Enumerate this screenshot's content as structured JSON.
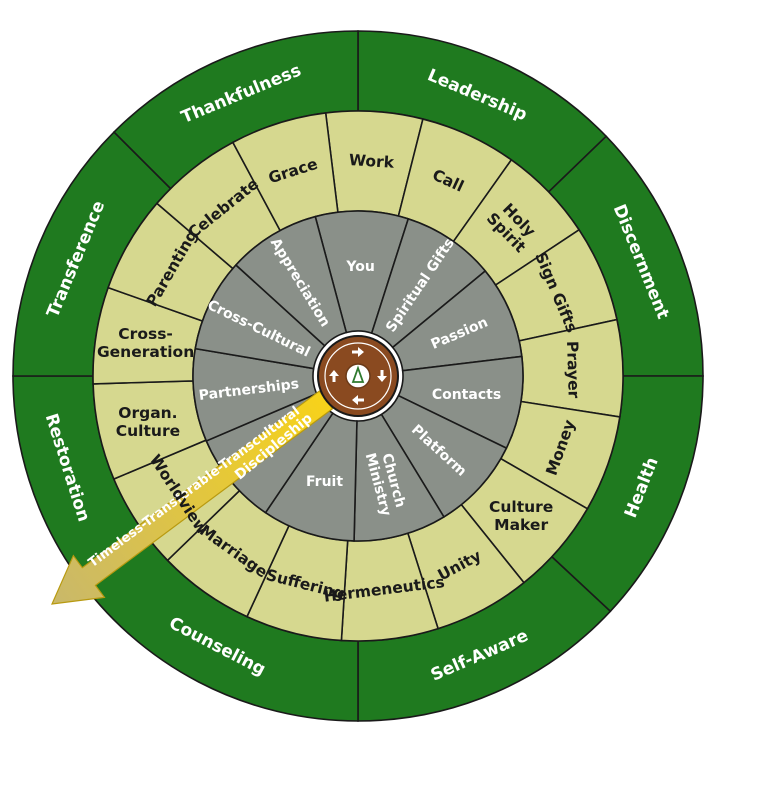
{
  "colors": {
    "outer_ring": "#1f7a1f",
    "middle_ring": "#d6d88f",
    "inner_ring": "#8a9089",
    "hub": "#8a4a20",
    "hub_center": "#ffffff",
    "arrow_fill": "#f2c21a",
    "separator": "#1a1a1a"
  },
  "outer_ring": {
    "segments": [
      {
        "label": "Leadership"
      },
      {
        "label": "Discernment"
      },
      {
        "label": "Health"
      },
      {
        "label": "Self-Aware"
      },
      {
        "label": "Counseling"
      },
      {
        "label": "Restoration"
      },
      {
        "label": "Transference"
      },
      {
        "label": "Thankfulness"
      }
    ]
  },
  "middle_ring": {
    "segments": [
      {
        "lines": [
          "Work"
        ]
      },
      {
        "lines": [
          "Call"
        ]
      },
      {
        "lines": [
          "Holy",
          "Spirit"
        ]
      },
      {
        "lines": [
          "Sign Gifts"
        ]
      },
      {
        "lines": [
          "Prayer"
        ]
      },
      {
        "lines": [
          "Money"
        ]
      },
      {
        "lines": [
          "Culture",
          "Maker"
        ]
      },
      {
        "lines": [
          "Unity"
        ]
      },
      {
        "lines": [
          "Hermeneutics"
        ]
      },
      {
        "lines": [
          "Suffering"
        ]
      },
      {
        "lines": [
          "Marriage"
        ]
      },
      {
        "lines": [
          "Worldview"
        ]
      },
      {
        "lines": [
          "Organ.",
          "Culture"
        ]
      },
      {
        "lines": [
          "Cross-",
          "Generation"
        ]
      },
      {
        "lines": [
          "Parenting"
        ]
      },
      {
        "lines": [
          "Celebrate"
        ]
      },
      {
        "lines": [
          "Grace"
        ]
      }
    ]
  },
  "inner_ring": {
    "segments": [
      {
        "lines": [
          "You"
        ]
      },
      {
        "lines": [
          "Spiritual Gifts"
        ]
      },
      {
        "lines": [
          "Passion"
        ]
      },
      {
        "lines": [
          "Contacts"
        ]
      },
      {
        "lines": [
          "Platform"
        ]
      },
      {
        "lines": [
          "Church",
          "Ministry"
        ]
      },
      {
        "lines": [
          "Fruit"
        ]
      },
      {
        "lines": [
          "Discipleship"
        ]
      },
      {
        "lines": [
          "Partnerships"
        ]
      },
      {
        "lines": [
          "Cross-Cultural"
        ]
      },
      {
        "lines": [
          "Appreciation"
        ]
      }
    ]
  },
  "arrow": {
    "label": "Timeless-Transferable-Transcultural"
  },
  "hub": {
    "icons": [
      "arrow-up-icon",
      "arrow-down-icon",
      "arrow-left-icon",
      "arrow-right-icon",
      "compass-icon"
    ]
  }
}
